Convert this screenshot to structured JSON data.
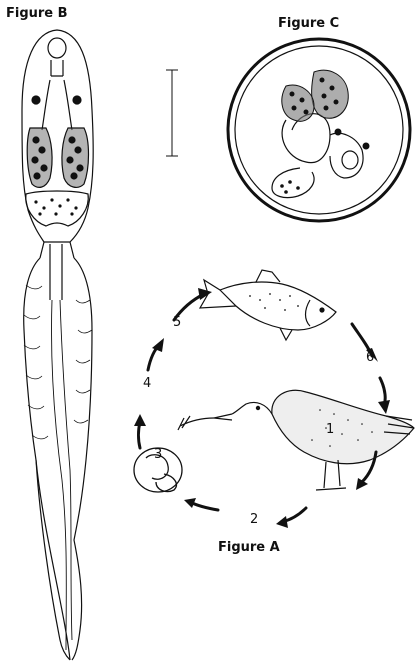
{
  "figures": {
    "b_label": "Figure B",
    "c_label": "Figure C",
    "a_label": "Figure A"
  },
  "cycle_steps": {
    "s1": "1",
    "s2": "2",
    "s3": "3",
    "s4": "4",
    "s5": "5",
    "s6": "6"
  },
  "colors": {
    "ink": "#111111",
    "paper": "#ffffff"
  }
}
